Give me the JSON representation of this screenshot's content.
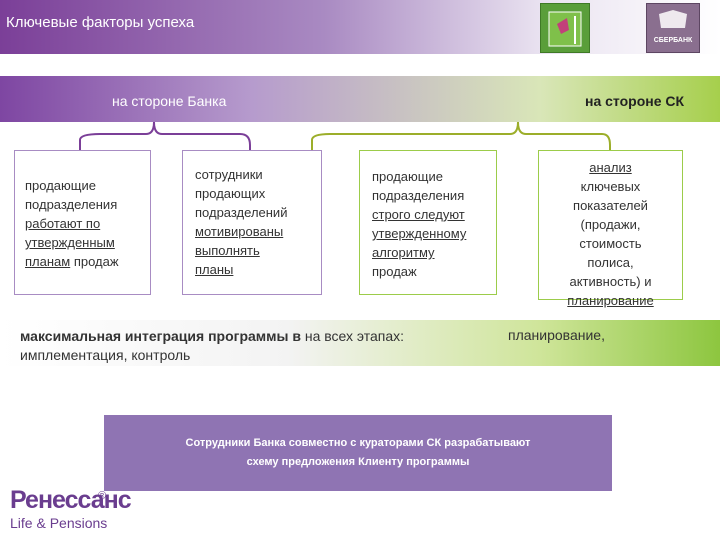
{
  "header": {
    "title": "Ключевые факторы успеха"
  },
  "logos": {
    "bank_logo_text": "СБЕРБАНК"
  },
  "sides": {
    "bank": "на стороне Банка",
    "sk": "на стороне СК"
  },
  "boxes": {
    "box1": {
      "line1": "продающие",
      "line2": "подразделения",
      "line3": "работают по",
      "line4": "утвержденным",
      "line5": "планам",
      "line5b": " продаж"
    },
    "box2": {
      "line1": "сотрудники",
      "line2": "продающих",
      "line3": "подразделений",
      "line4": "мотивированы",
      "line5": "выполнять",
      "line6": "планы"
    },
    "box3": {
      "line1": "продающие",
      "line2": "подразделения",
      "line3": "строго следуют",
      "line4": "утвержденному",
      "line5": "алгоритму",
      "line6": "продаж"
    },
    "box4": {
      "line1": "анализ",
      "line2": "ключевых",
      "line3": "показателей",
      "line4": "(продажи,",
      "line5": "стоимость",
      "line6": "полиса,",
      "line7": "активность)  и",
      "line8": "планирование"
    }
  },
  "integration": {
    "bold": "максимальная интеграция программы в",
    "rest": " на всех этапах:",
    "line2": "имплементация, контроль",
    "right": "планирование,"
  },
  "purple": {
    "line1": "Сотрудники Банка совместно с кураторами СК разрабатывают",
    "line2": "схему предложения Клиенту программы"
  },
  "brand": {
    "name": "Ренессанс",
    "reg": "®",
    "sub": "Life & Pensions"
  },
  "colors": {
    "purple": "#7b3f98",
    "green": "#8dc63f",
    "box_purple": "#8f74b3"
  }
}
